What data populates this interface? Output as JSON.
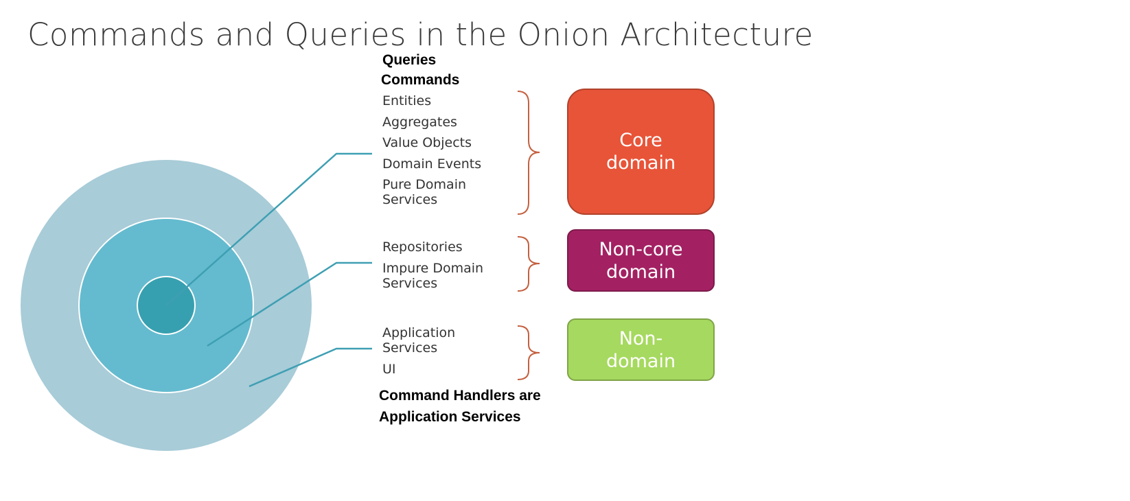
{
  "title": "Commands and Queries in the Onion Architecture",
  "annotations": {
    "queries": "Queries",
    "commands": "Commands",
    "handlers_line1": "Command Handlers are",
    "handlers_line2": "Application Services"
  },
  "groups": {
    "core": {
      "items": [
        "Entities",
        "Aggregates",
        "Value Objects",
        "Domain Events",
        "Pure Domain",
        "Services"
      ],
      "box_label": "Core\ndomain",
      "color": "#e85438"
    },
    "noncore": {
      "items": [
        "Repositories",
        "Impure Domain",
        "Services"
      ],
      "box_label": "Non-core\ndomain",
      "color": "#a32162"
    },
    "nondomain": {
      "items": [
        "Application",
        "Services",
        "UI"
      ],
      "box_label": "Non-\ndomain",
      "color": "#a6d95f"
    }
  },
  "colors": {
    "outer_ring": "#a8ccd8",
    "middle_ring": "#64bbcf",
    "inner_ring": "#37a0b0",
    "connector": "#3e9fb3",
    "brace": "#c4603f"
  }
}
